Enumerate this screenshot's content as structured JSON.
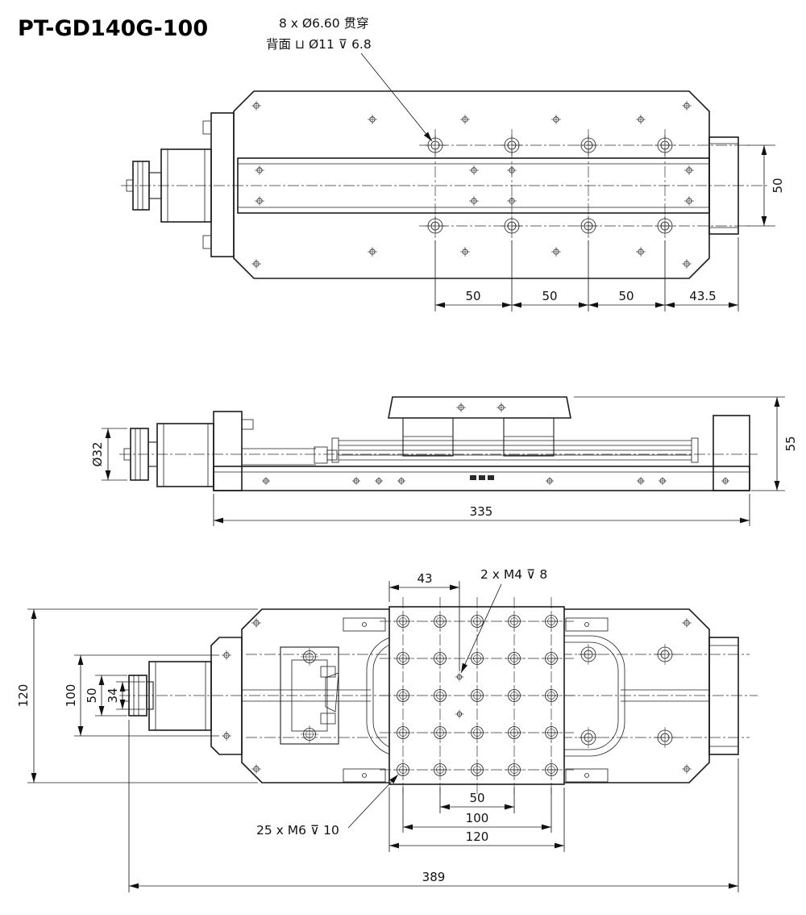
{
  "title": "PT-GD140G-100",
  "callouts": {
    "through_hole_line1": "8 x Ø6.60 贯穿",
    "through_hole_line2": "背面 ⊔ Ø11 ⊽ 6.8",
    "m4_tapped": "2 x M4 ⊽ 8",
    "m6_tapped": "25 x M6 ⊽ 10"
  },
  "top_view": {
    "hole_row_spacing": "50",
    "pitch_dims": [
      "50",
      "50",
      "50",
      "43.5"
    ]
  },
  "side_view": {
    "knob_diameter": "Ø32",
    "overall_height": "55",
    "base_length": "335"
  },
  "bottom_view": {
    "m4_offset": "43",
    "left_dims": [
      "120",
      "100",
      "50",
      "34"
    ],
    "bottom_dims": [
      "50",
      "100",
      "120"
    ],
    "overall_length": "389"
  }
}
